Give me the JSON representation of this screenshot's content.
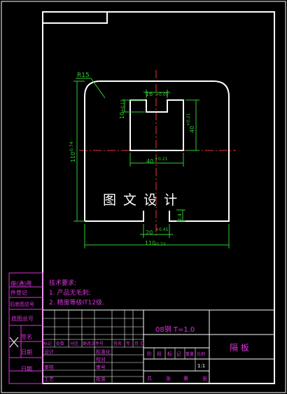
{
  "drawing": {
    "radius_label": "R15",
    "slot_width_label": "16",
    "slot_width_tol": "+0.05",
    "slot_depth_label": "10",
    "slot_depth_tol": "+0.15",
    "window_height_label": "40",
    "window_height_tol": "+0.21",
    "window_width_label": "40",
    "window_width_tol": "+0.21",
    "total_height_label": "110",
    "total_height_tol": "-0.74",
    "bottom_slot_label": "20",
    "bottom_slot_tol": "+0.45",
    "small_dim_label": "2.4",
    "total_width_label": "110",
    "total_width_tol": "-0.74",
    "watermark": "图 文 设 计"
  },
  "notes": {
    "title": "技术要求:",
    "line1": "1. 产品无毛刺;",
    "line2": "2. 精度等级IT12级."
  },
  "left_column": {
    "row1": "借(通)用",
    "row2": "件登记",
    "row3": "旧底图总号",
    "row4": "底图总号",
    "row5": "签名",
    "row6": "日期",
    "row7": "日期"
  },
  "title_block": {
    "material": "08钢  T=1.0",
    "part_name": "隔  板",
    "header_cells": [
      "标记",
      "处数",
      "分区",
      "更改文件号",
      "签名",
      "年",
      "月",
      "日"
    ],
    "row_design": "设计",
    "row_std": "标准化",
    "row_review": "审核",
    "row_process": "工艺",
    "row_check": "校对",
    "row_approve": "批准",
    "row_check2": "审号",
    "stage_labels": [
      "阶",
      "段",
      "标",
      "记",
      "重量",
      "比例"
    ],
    "scale": "1:1",
    "sheet_labels": [
      "共",
      "张",
      "第",
      "张"
    ]
  }
}
